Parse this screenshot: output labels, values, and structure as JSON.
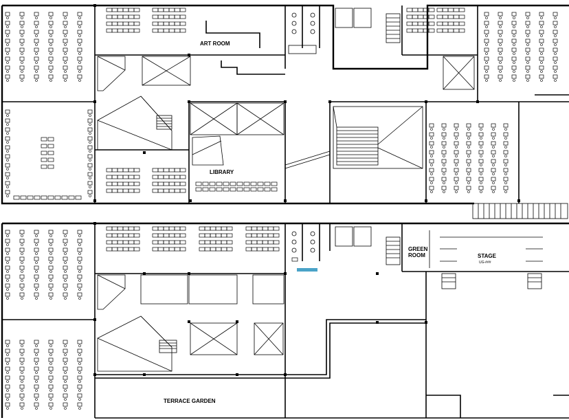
{
  "labels": {
    "art_room": "ART ROOM",
    "library": "LIBRARY",
    "green_room_line1": "GREEN",
    "green_room_line2": "ROOM",
    "stage": "STAGE",
    "stage_sub": "UG-### ",
    "terrace_garden": "TERRACE GARDEN"
  },
  "colors": {
    "line": "#000000",
    "background": "#ffffff",
    "accent_fixture": "#4aa3c8"
  }
}
